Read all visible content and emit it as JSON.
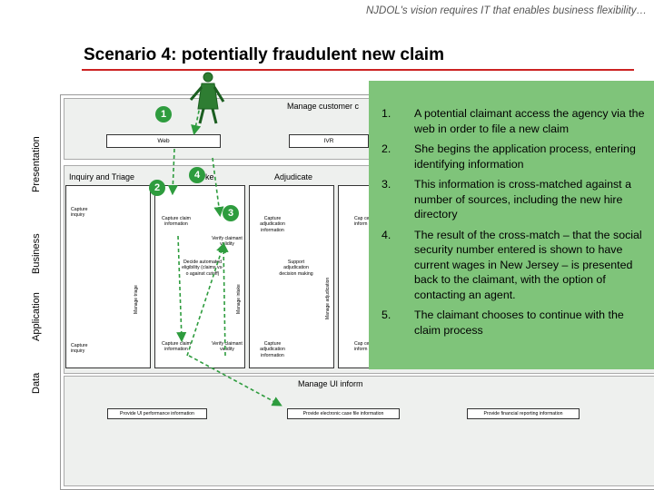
{
  "header": {
    "tagline": "NJDOL's vision requires IT that enables business flexibility…"
  },
  "title": "Scenario 4: potentially fraudulent new claim",
  "layers": [
    "Presentation",
    "Business",
    "Application",
    "Data"
  ],
  "sections": {
    "top": "Manage customer c",
    "inquiry_triage": "Inquiry and Triage",
    "intake_fragment": "ke",
    "adjudicate": "Adjudicate",
    "manage_ui": "Manage UI inform"
  },
  "channels": {
    "web": "Web",
    "ivr": "IVR"
  },
  "boxes": {
    "capture_inquiry_top": "Capture inquiry",
    "capture_claim_info_top": "Capture claim information",
    "verify_top": "Verify claimant validity",
    "capture_adj_top": "Capture adjudication information",
    "cap_cert_top": "Cap certi inform",
    "decide": "Decide automated eligibility (claims vs-o against cutoff)",
    "support_adj": "Support adjudication decision making",
    "manage_triage": "Manage triage",
    "manage_intake": "Manage intake",
    "manage_adjudication": "Manage adjudication",
    "capture_inquiry_bottom": "Capture inquiry",
    "capture_claim_info_bottom": "Capture claim information",
    "verify_bottom": "Verify claimant validity",
    "capture_adj_bottom": "Capture adjudication information",
    "cap_cert_bottom": "Cap certi inform"
  },
  "data_layer": {
    "performance": "Provide UI performance information",
    "electronic_case_file": "Provide electronic case file information",
    "financial_reporting": "Provide financial reporting information"
  },
  "markers": [
    "1",
    "2",
    "3",
    "4"
  ],
  "notes": [
    {
      "num": "1.",
      "text": "A potential claimant access the agency via the web in order to file a new claim"
    },
    {
      "num": "2.",
      "text": "She begins the application process, entering identifying information"
    },
    {
      "num": "3.",
      "text": "This information is cross-matched against a number of sources, including the new hire directory"
    },
    {
      "num": "4.",
      "text": "The result of the cross-match – that the social security number entered is shown to have current wages in New Jersey – is presented back to the claimant, with the option of contacting an agent."
    },
    {
      "num": "5.",
      "text": "The claimant chooses to continue with the claim process"
    }
  ],
  "colors": {
    "accent_green": "#2e9c3e",
    "notes_bg": "#7fc47a",
    "title_rule": "#cc2222"
  }
}
